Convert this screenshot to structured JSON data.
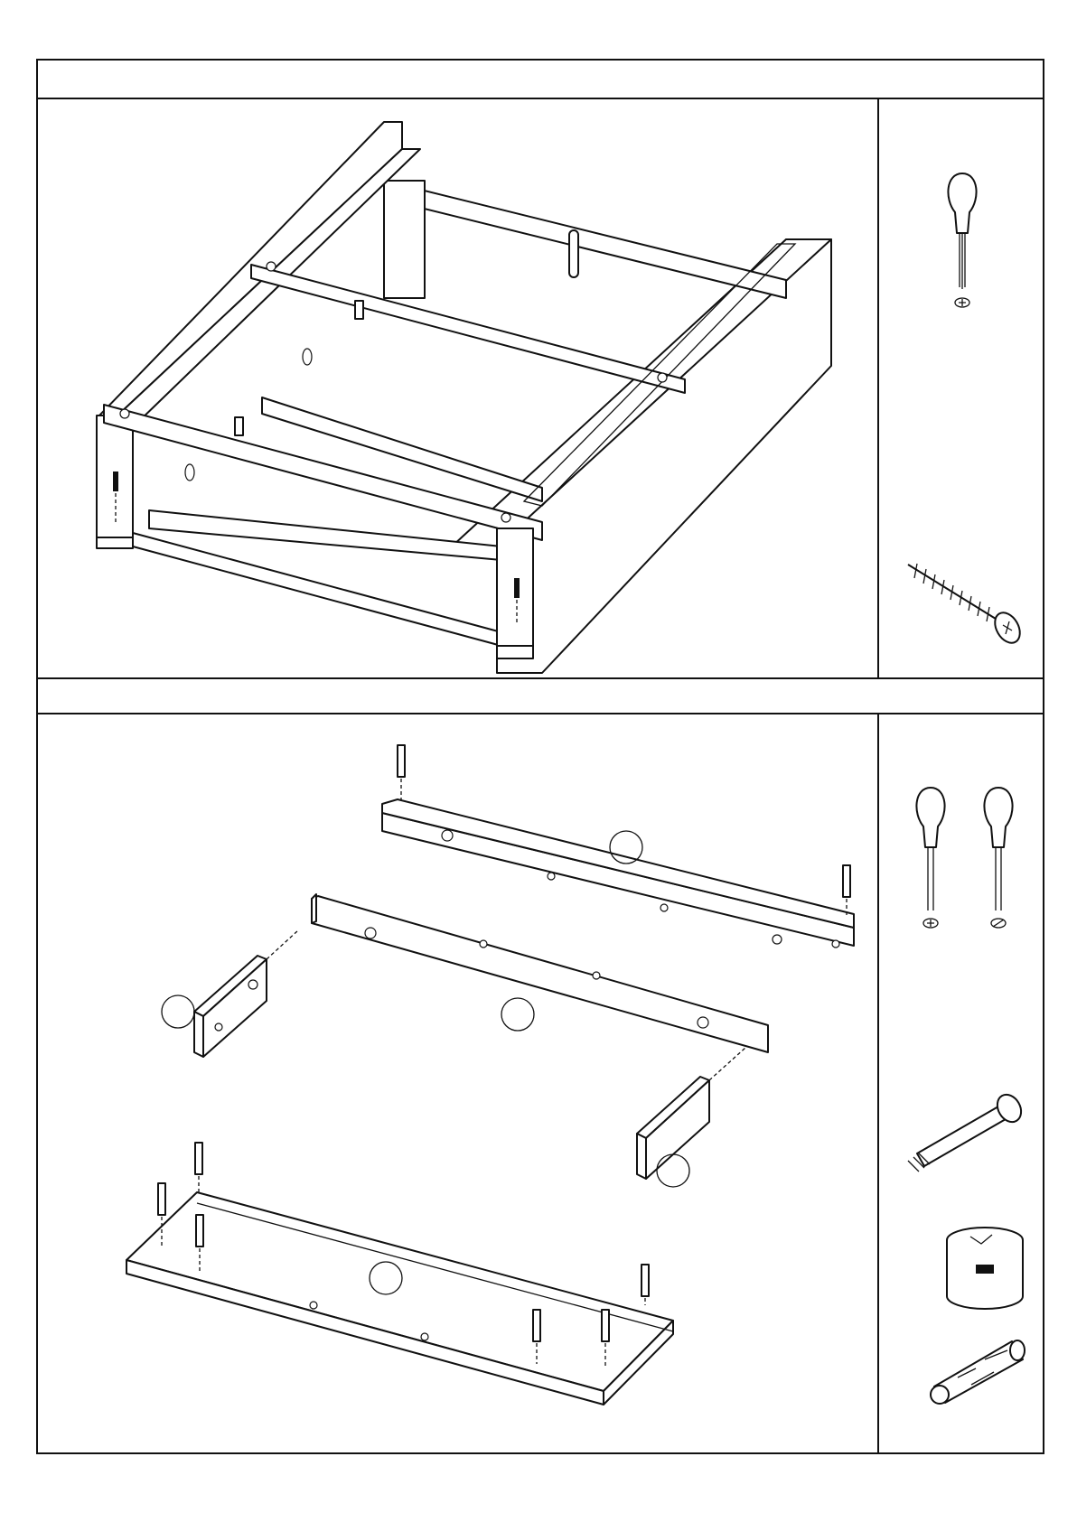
{
  "steps": [
    {
      "id": 1,
      "header_text": "",
      "tools": [
        "phillips-screwdriver"
      ],
      "fasteners": [
        "wood-screw"
      ]
    },
    {
      "id": 2,
      "header_text": "",
      "tools": [
        "phillips-screwdriver",
        "flathead-screwdriver"
      ],
      "fasteners": [
        "cam-bolt",
        "cam-lock",
        "wood-dowel"
      ]
    }
  ],
  "part_labels": [
    "",
    "",
    "",
    "",
    ""
  ],
  "colors": {
    "ink": "#111111",
    "paper": "#ffffff"
  }
}
